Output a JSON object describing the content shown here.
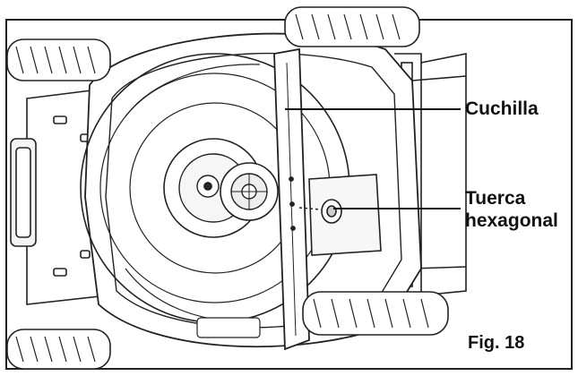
{
  "labels": {
    "blade": "Cuchilla",
    "nut_line1": "Tuerca",
    "nut_line2": "hexagonal",
    "figure": "Fig. 18"
  },
  "colors": {
    "ink": "#111111",
    "frame": "#222222",
    "fill": "#ffffff",
    "shade": "#eeeeee"
  }
}
